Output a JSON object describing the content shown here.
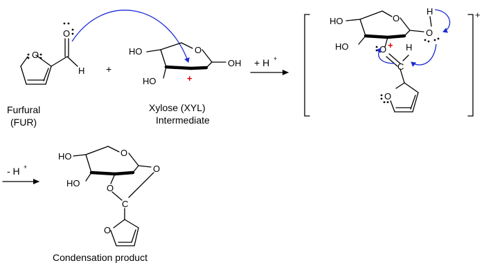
{
  "furfural": {
    "o_ring": "O",
    "o_carbonyl": "O",
    "h": "H",
    "caption_1": "Furfural",
    "caption_2": "(FUR)"
  },
  "plus_sign": "+",
  "xylose": {
    "ho_top": "HO",
    "ho_bottom": "HO",
    "oh_right": "OH",
    "o_ring": "O",
    "charge": "+",
    "caption_1": "Xylose (XYL)",
    "caption_2": "Intermediate"
  },
  "step1": {
    "label_main": "+ H",
    "label_sup": "+"
  },
  "intermediate": {
    "ho_top": "HO",
    "ho_bottom": "HO",
    "o_ring": "O",
    "o_hydroxyl": "O",
    "h_top": "H",
    "o_carbonyl": "O",
    "charge": "+",
    "h_c": "H",
    "c": "C",
    "o_furan": "O",
    "bracket_charge": "+"
  },
  "step2": {
    "label_main": "- H",
    "label_sup": "+"
  },
  "product": {
    "ho_top": "HO",
    "ho_bottom": "HO",
    "o_ring": "O",
    "o_acetal_1": "O",
    "o_acetal_2": "O",
    "c": "C",
    "caption": "Condensation product"
  },
  "colors": {
    "arrow": "#1a2bd6",
    "charge": "#e00000"
  }
}
